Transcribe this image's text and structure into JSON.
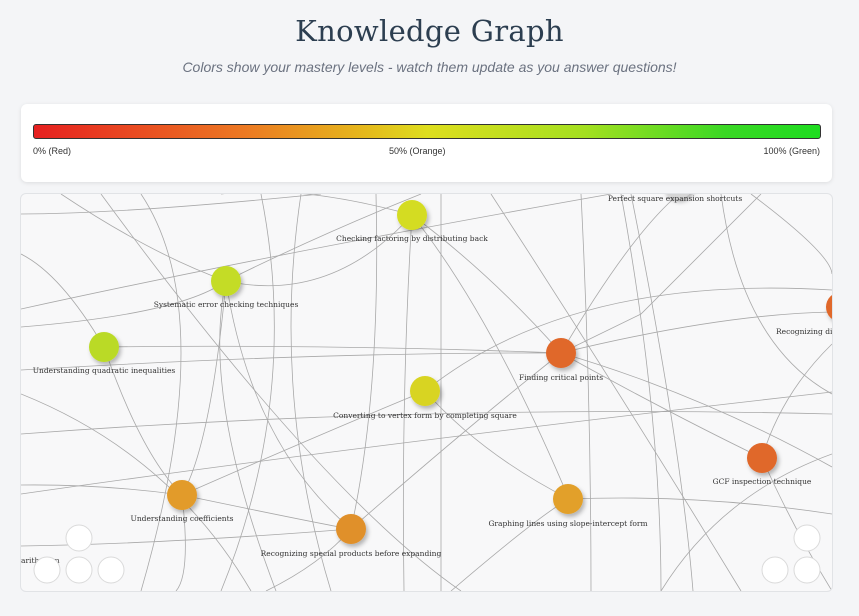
{
  "header": {
    "title": "Knowledge Graph",
    "subtitle": "Colors show your mastery levels - watch them update as you answer questions!"
  },
  "legend": {
    "min_label": "0% (Red)",
    "mid_label": "50% (Orange)",
    "max_label": "100% (Green)",
    "colors": [
      "#e62020",
      "#dede1e",
      "#1edc20"
    ]
  },
  "graph": {
    "nodes": [
      {
        "id": "n1",
        "label": "Checking factoring by distributing back",
        "color": "#d4dc24"
      },
      {
        "id": "n2",
        "label": "Perfect square expansion shortcuts",
        "color": "#d6d6d6"
      },
      {
        "id": "n3",
        "label": "Systematic error checking techniques",
        "color": "#c4dc26"
      },
      {
        "id": "n4",
        "label": "Understanding quadratic inequalities",
        "color": "#bada28"
      },
      {
        "id": "n5",
        "label": "Finding critical points",
        "color": "#e0672a"
      },
      {
        "id": "n6",
        "label": "Recognizing diffe",
        "color": "#e0672a"
      },
      {
        "id": "n7",
        "label": "Converting to vertex form by completing square",
        "color": "#d8d422"
      },
      {
        "id": "n8",
        "label": "GCF inspection technique",
        "color": "#e0672a"
      },
      {
        "id": "n9",
        "label": "Understanding coefficients",
        "color": "#e29b2c"
      },
      {
        "id": "n10",
        "label": "Graphing lines using slope-intercept form",
        "color": "#e2a02a"
      },
      {
        "id": "n11",
        "label": "Recognizing special products before expanding",
        "color": "#e0902c"
      },
      {
        "id": "n12",
        "label": "arith  form",
        "color": "#ffffff"
      }
    ]
  }
}
